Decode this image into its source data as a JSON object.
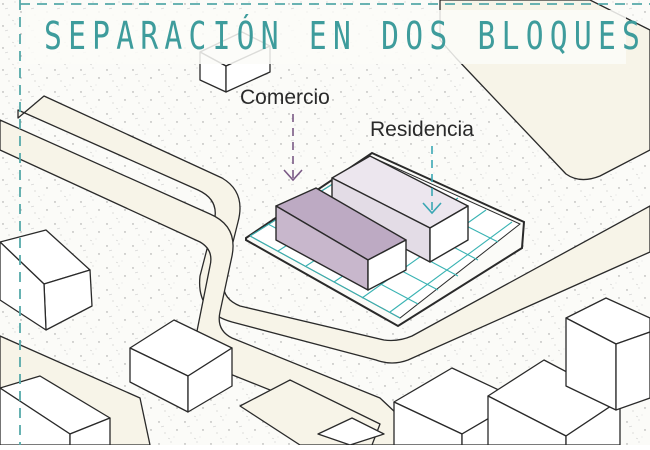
{
  "title": "SEPARACIÓN EN DOS BLOQUES",
  "labels": {
    "comercio": "Comercio",
    "residencia": "Residencia"
  },
  "colors": {
    "title": "#3e9c9c",
    "frame_dash": "#55a9a9",
    "grid": "#39b3b3",
    "comercio_block": "#c8b7cc",
    "comercio_arrow": "#7a5a86",
    "residencia_block": "#e3dce6",
    "residencia_arrow": "#3aa7b4",
    "road": "#f7f4e8",
    "ground": "#fbfbf8",
    "line": "#2a2a2a"
  }
}
